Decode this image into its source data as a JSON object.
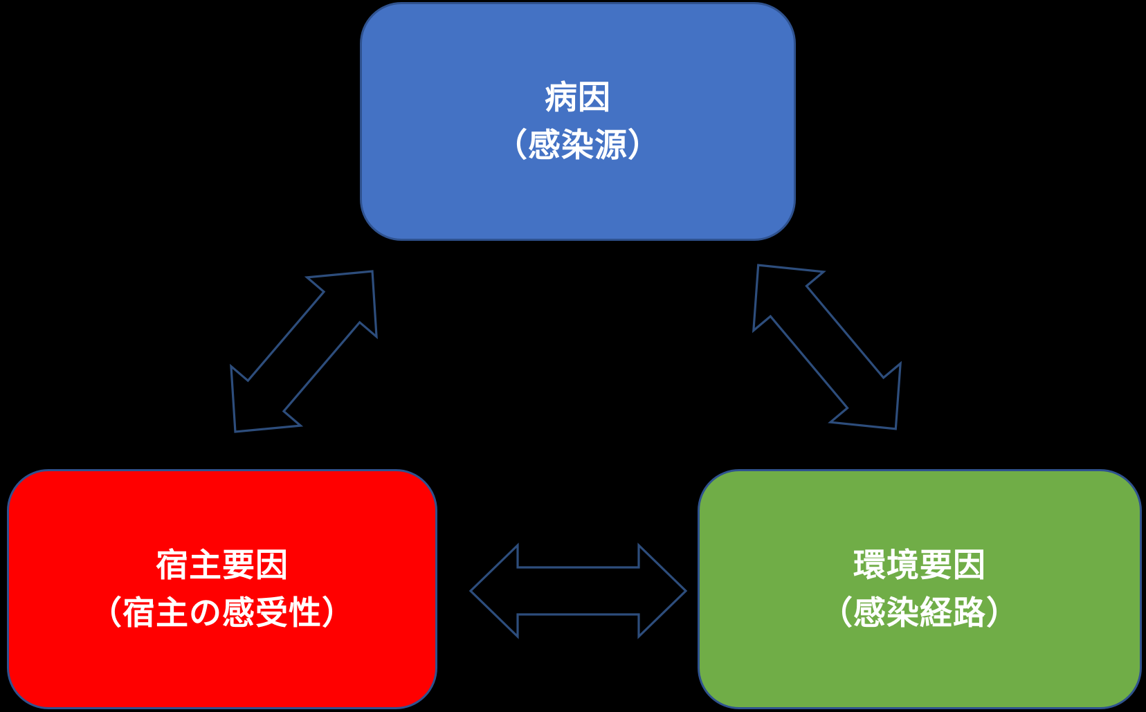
{
  "diagram": {
    "title": "epidemiologic-triangle",
    "background_color": "#000000",
    "arrow_color": "#2D4D7C",
    "node_border_color": "#2F528F",
    "text_color": "#FFFFFF",
    "nodes": [
      {
        "id": "agent",
        "label_line1": "病因",
        "label_line2": "（感染源）",
        "fill": "#4472C4"
      },
      {
        "id": "host",
        "label_line1": "宿主要因",
        "label_line2": "（宿主の感受性）",
        "fill": "#FF0000"
      },
      {
        "id": "environment",
        "label_line1": "環境要因",
        "label_line2": "（感染経路）",
        "fill": "#70AD47"
      }
    ],
    "connectors": [
      {
        "id": "agent-host",
        "from": "agent",
        "to": "host",
        "bidirectional": true
      },
      {
        "id": "agent-environment",
        "from": "agent",
        "to": "environment",
        "bidirectional": true
      },
      {
        "id": "host-environment",
        "from": "host",
        "to": "environment",
        "bidirectional": true
      }
    ]
  }
}
